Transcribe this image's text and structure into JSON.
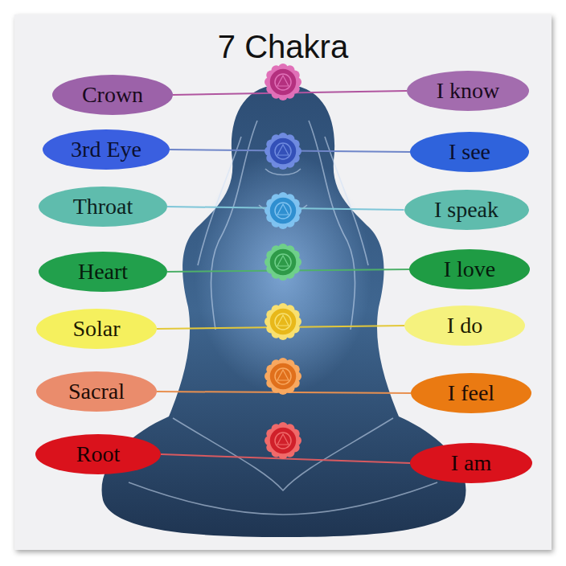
{
  "diagram": {
    "title": "7 Chakra",
    "nodes": [
      {
        "text": [
          "Crown"
        ]
      },
      {
        "text": [
          "I know"
        ]
      },
      {
        "text": [
          "3rd Eye"
        ]
      },
      {
        "text": [
          "I see"
        ]
      },
      {
        "text": [
          "Throat"
        ]
      },
      {
        "text": [
          "I speak"
        ]
      },
      {
        "text": [
          "Heart"
        ]
      },
      {
        "text": [
          "I love"
        ]
      },
      {
        "text": [
          "Solar"
        ]
      },
      {
        "text": [
          "I do"
        ]
      },
      {
        "text": [
          "Sacral"
        ]
      },
      {
        "text": [
          "I feel"
        ]
      },
      {
        "text": [
          "Root"
        ]
      },
      {
        "text": [
          "I am"
        ]
      }
    ],
    "edges": [
      {
        "from": 0,
        "to": 1,
        "arrow": "none"
      },
      {
        "from": 2,
        "to": 3,
        "arrow": "none"
      },
      {
        "from": 4,
        "to": 5,
        "arrow": "none"
      },
      {
        "from": 6,
        "to": 7,
        "arrow": "none"
      },
      {
        "from": 8,
        "to": 9,
        "arrow": "none"
      },
      {
        "from": 10,
        "to": 11,
        "arrow": "none"
      },
      {
        "from": 12,
        "to": 13,
        "arrow": "none"
      }
    ]
  }
}
